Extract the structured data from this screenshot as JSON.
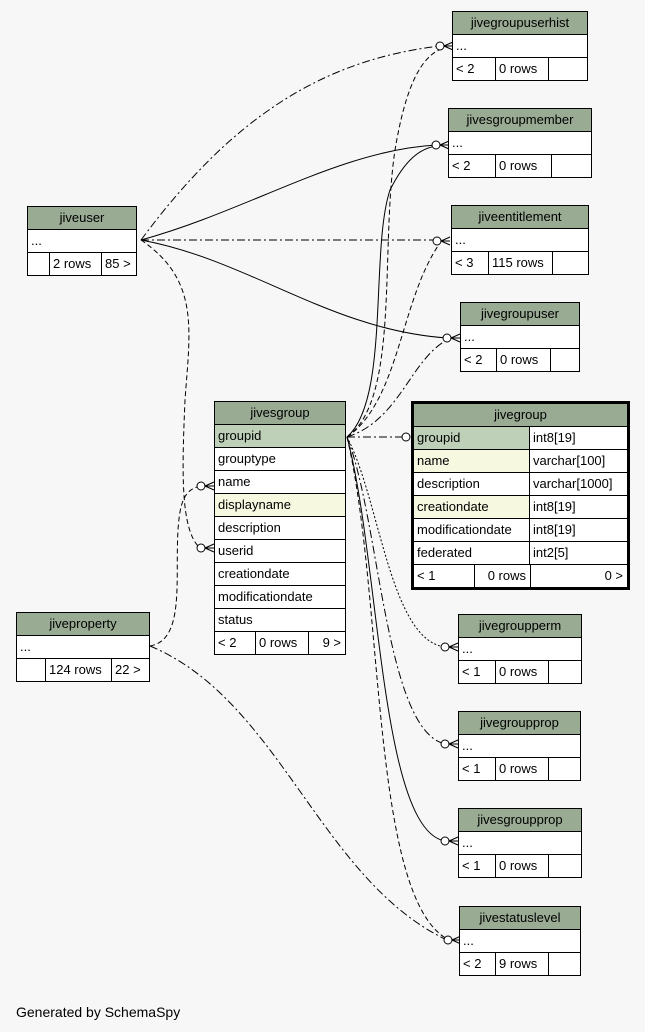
{
  "footer": "Generated by SchemaSpy",
  "colors": {
    "header": "#9aab94",
    "primary_key": "#bed1b8",
    "indexed": "#f6f8e0",
    "background": "#f7f7f7"
  },
  "tables": {
    "jivegroupuserhist": {
      "name": "jivegroupuserhist",
      "columns": [
        "..."
      ],
      "stats": [
        "< 2",
        "0 rows",
        ""
      ]
    },
    "jivesgroupmember": {
      "name": "jivesgroupmember",
      "columns": [
        "..."
      ],
      "stats": [
        "< 2",
        "0 rows",
        ""
      ]
    },
    "jiveuser": {
      "name": "jiveuser",
      "columns": [
        "..."
      ],
      "stats": [
        "",
        "2 rows",
        "85 >"
      ]
    },
    "jiveentitlement": {
      "name": "jiveentitlement",
      "columns": [
        "..."
      ],
      "stats": [
        "< 3",
        "115 rows",
        ""
      ]
    },
    "jivegroupuser": {
      "name": "jivegroupuser",
      "columns": [
        "..."
      ],
      "stats": [
        "< 2",
        "0 rows",
        ""
      ]
    },
    "jivesgroup": {
      "name": "jivesgroup",
      "columns": [
        "groupid",
        "grouptype",
        "name",
        "displayname",
        "description",
        "userid",
        "creationdate",
        "modificationdate",
        "status"
      ],
      "stats": [
        "< 2",
        "0 rows",
        "9 >"
      ]
    },
    "jivegroup": {
      "name": "jivegroup",
      "columns": [
        {
          "name": "groupid",
          "type": "int8[19]"
        },
        {
          "name": "name",
          "type": "varchar[100]"
        },
        {
          "name": "description",
          "type": "varchar[1000]"
        },
        {
          "name": "creationdate",
          "type": "int8[19]"
        },
        {
          "name": "modificationdate",
          "type": "int8[19]"
        },
        {
          "name": "federated",
          "type": "int2[5]"
        }
      ],
      "stats": [
        "< 1",
        "0 rows",
        "0 >"
      ]
    },
    "jiveproperty": {
      "name": "jiveproperty",
      "columns": [
        "..."
      ],
      "stats": [
        "",
        "124 rows",
        "22 >"
      ]
    },
    "jivegroupperm": {
      "name": "jivegroupperm",
      "columns": [
        "..."
      ],
      "stats": [
        "< 1",
        "0 rows",
        ""
      ]
    },
    "jivegroupprop": {
      "name": "jivegroupprop",
      "columns": [
        "..."
      ],
      "stats": [
        "< 1",
        "0 rows",
        ""
      ]
    },
    "jivesgroupprop": {
      "name": "jivesgroupprop",
      "columns": [
        "..."
      ],
      "stats": [
        "< 1",
        "0 rows",
        ""
      ]
    },
    "jivestatuslevel": {
      "name": "jivestatuslevel",
      "columns": [
        "..."
      ],
      "stats": [
        "< 2",
        "9 rows",
        ""
      ]
    }
  }
}
